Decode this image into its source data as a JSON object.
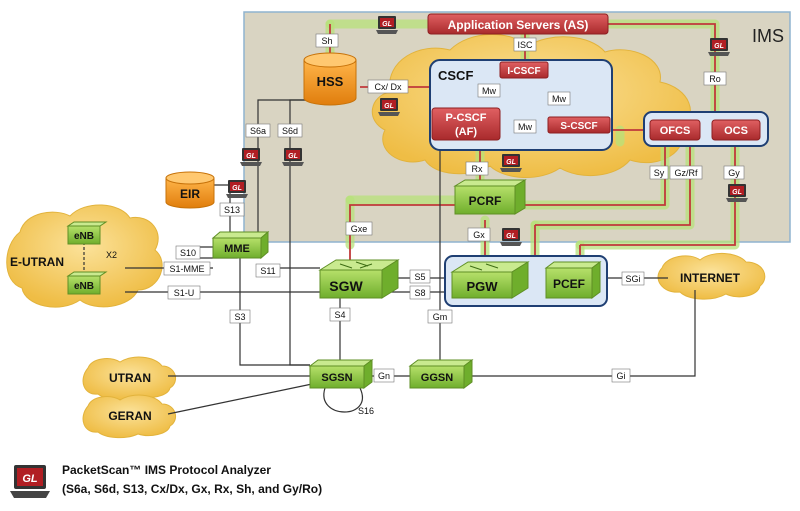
{
  "domains": {
    "ims": "IMS",
    "cscf": "CSCF",
    "eutran": "E-UTRAN",
    "utran": "UTRAN",
    "geran": "GERAN",
    "internet": "INTERNET"
  },
  "nodes": {
    "as": "Application Servers (AS)",
    "hss": "HSS",
    "icscf": "I-CSCF",
    "pcscf_line1": "P-CSCF",
    "pcscf_line2": "(AF)",
    "scscf": "S-CSCF",
    "ofcs": "OFCS",
    "ocs": "OCS",
    "eir": "EIR",
    "pcrf": "PCRF",
    "mme": "MME",
    "sgw": "SGW",
    "pgw": "PGW",
    "pcef": "PCEF",
    "sgsn": "SGSN",
    "ggsn": "GGSN",
    "enb1": "eNB",
    "enb2": "eNB"
  },
  "interfaces": {
    "sh": "Sh",
    "isc": "ISC",
    "ro": "Ro",
    "cxdx": "Cx/ Dx",
    "mw1": "Mw",
    "mw2": "Mw",
    "mw3": "Mw",
    "s6a": "S6a",
    "s6d": "S6d",
    "s13": "S13",
    "rx": "Rx",
    "sy": "Sy",
    "gzrf": "Gz/Rf",
    "gy": "Gy",
    "gxe": "Gxe",
    "gx": "Gx",
    "s10": "S10",
    "s1mme": "S1-MME",
    "s11": "S11",
    "s1u": "S1-U",
    "x2": "X2",
    "s5": "S5",
    "s8": "S8",
    "sgi": "SGi",
    "s3": "S3",
    "s4": "S4",
    "gm": "Gm",
    "gn": "Gn",
    "gi": "Gi",
    "s16": "S16"
  },
  "probe_badge": "GL",
  "legend": {
    "badge": "GL",
    "title": "PacketScan™ IMS Protocol Analyzer",
    "subtitle": "(S6a, S6d, S13, Cx/Dx, Gx, Rx, Sh, and Gy/Ro)"
  },
  "colors": {
    "ims_area": "#d9d4c2",
    "ims_border": "#8fb3cf",
    "cloud": "#f0c451",
    "node_red": "#c0393b",
    "node_green": "#8dc63f",
    "node_orange": "#f39c12",
    "box_blue": "#dbe7f5",
    "box_border": "#1f3f73",
    "link": "#c0393b",
    "halo": "#b7e27a",
    "probe_screen": "#b11e23"
  }
}
